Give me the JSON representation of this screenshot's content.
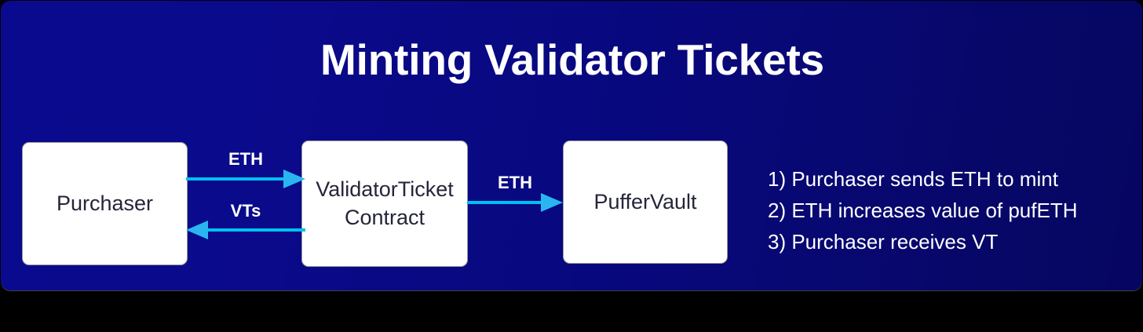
{
  "title": "Minting Validator Tickets",
  "colors": {
    "background_left": "#0a0a8e",
    "background_right": "#060661",
    "arrow": "#00c0f0",
    "node_fill": "#ffffff",
    "node_text": "#25253a",
    "title_text": "#ffffff",
    "outside": "#000000"
  },
  "nodes": [
    {
      "id": "purchaser",
      "label": "Purchaser"
    },
    {
      "id": "validatorticket",
      "label_line1": "ValidatorTicket",
      "label_line2": "Contract"
    },
    {
      "id": "puffervault",
      "label": "PufferVault"
    }
  ],
  "arrows": [
    {
      "id": "eth-purchaser-to-contract",
      "label": "ETH",
      "direction": "right"
    },
    {
      "id": "vts-contract-to-purchaser",
      "label": "VTs",
      "direction": "left"
    },
    {
      "id": "eth-contract-to-vault",
      "label": "ETH",
      "direction": "right"
    }
  ],
  "notes": [
    "1) Purchaser sends ETH to mint",
    "2) ETH increases value of pufETH",
    "3) Purchaser receives VT"
  ]
}
